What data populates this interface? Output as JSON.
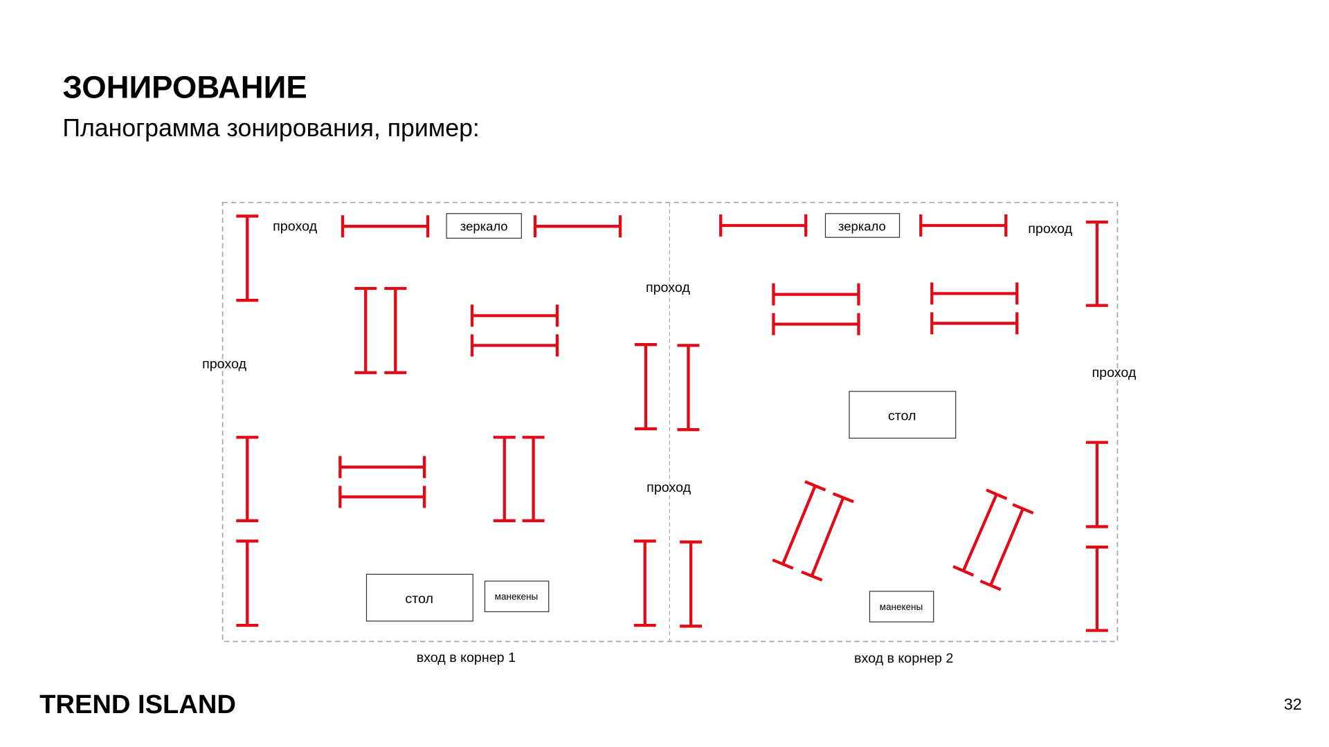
{
  "header": {
    "title": "ЗОНИРОВАНИЕ",
    "subtitle": "Планограмма зонирования, пример:"
  },
  "plan": {
    "corner1": {
      "aisle_top": "проход",
      "aisle_left": "проход",
      "mirror": "зеркало",
      "table": "стол",
      "mannequins": "манекены",
      "entrance": "вход в корнер 1"
    },
    "middle": {
      "aisle_upper": "проход",
      "aisle_lower": "проход"
    },
    "corner2": {
      "aisle_top": "проход",
      "aisle_right": "проход",
      "mirror": "зеркало",
      "table": "стол",
      "mannequins": "манекены",
      "entrance": "вход в корнер 2"
    },
    "rack_color": "#e30a17"
  },
  "footer": {
    "brand": "TREND ISLAND",
    "page_number": "32"
  }
}
